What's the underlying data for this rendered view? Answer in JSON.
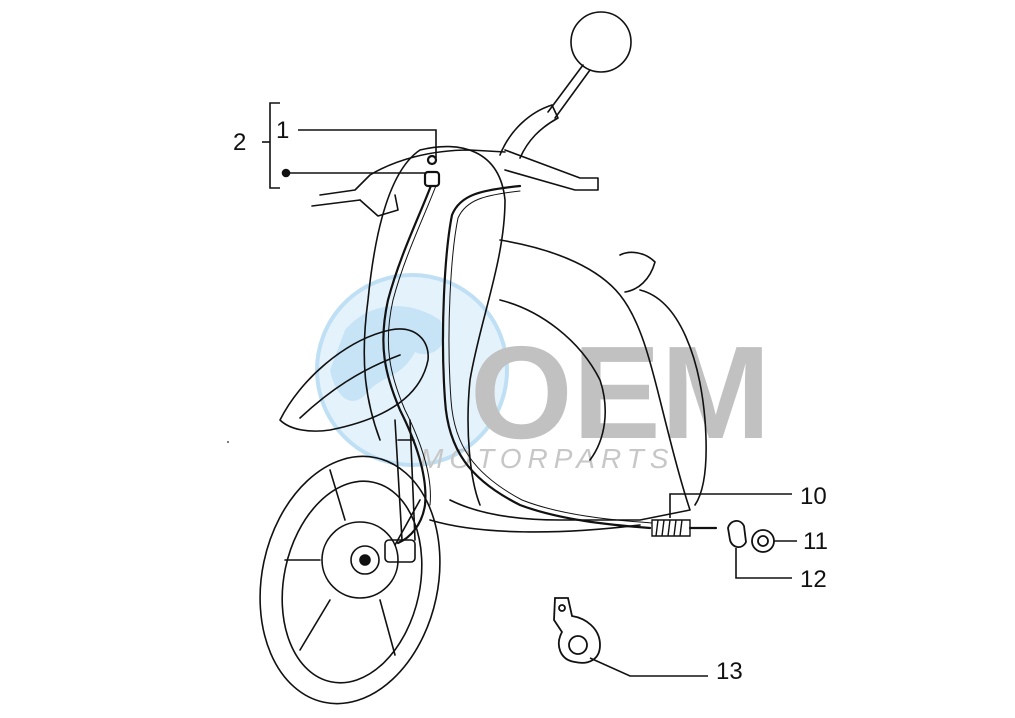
{
  "callouts": {
    "c1": "1",
    "c2": "2",
    "c10": "10",
    "c11": "11",
    "c12": "12",
    "c13": "13"
  },
  "watermark": {
    "brand": "OEM",
    "subtitle": "MOTORPARTS",
    "color_blue": "#6fb7e4",
    "color_gray": "#9a9a9a"
  },
  "colors": {
    "line": "#111111",
    "background": "#ffffff"
  }
}
